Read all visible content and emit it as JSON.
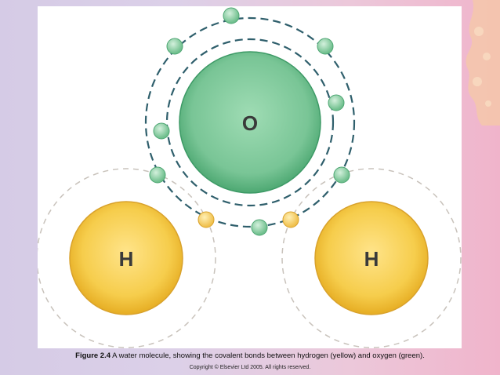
{
  "figure": {
    "atoms": {
      "oxygen": {
        "symbol": "O",
        "color": "#6cc08f"
      },
      "hydrogen_left": {
        "symbol": "H",
        "color": "#f2c23c"
      },
      "hydrogen_right": {
        "symbol": "H",
        "color": "#f2c23c"
      }
    },
    "electron_colors": {
      "oxygen": "#8fd2a6",
      "hydrogen": "#f5cf63"
    },
    "orbit_color": "#2f5f6c"
  },
  "caption": {
    "label": "Figure 2.4",
    "text": " A water molecule, showing the covalent bonds between hydrogen (yellow) and oxygen (green)."
  },
  "copyright": "Copyright © Elsevier Ltd 2005. All rights reserved."
}
